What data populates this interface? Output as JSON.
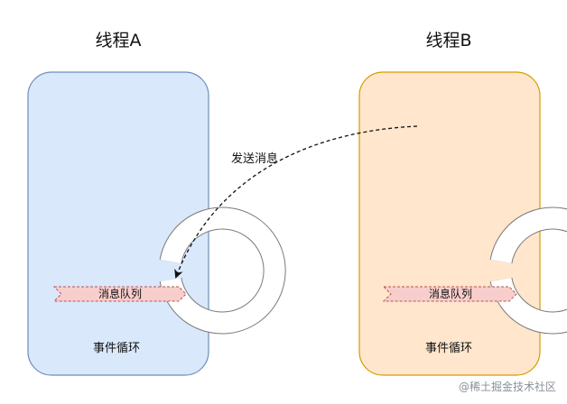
{
  "threads": [
    {
      "title": "线程A",
      "queue_label": "消息队列",
      "loop_label": "事件循环",
      "fill": "#dae8fc",
      "stroke": "#6c8ebf"
    },
    {
      "title": "线程B",
      "queue_label": "消息队列",
      "loop_label": "事件循环",
      "fill": "#ffe6cc",
      "stroke": "#d79b00"
    }
  ],
  "message": {
    "label": "发送消息"
  },
  "queue_colors": {
    "fill": "#f8cecc",
    "stroke": "#b85450"
  },
  "watermark": "@稀土掘金技术社区"
}
